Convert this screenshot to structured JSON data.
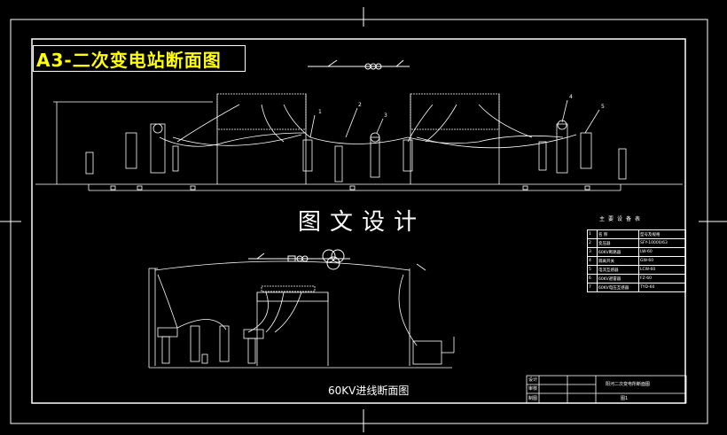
{
  "title": "A3-二次变电站断面图",
  "caption": "图文设计",
  "section_caption": "60KV进线断面图",
  "equipment_table": {
    "title": "主要设备表",
    "rows": [
      [
        "1",
        "名 称",
        "型号及规格"
      ],
      [
        "2",
        "变压器",
        "SFY-10000/63"
      ],
      [
        "3",
        "60KV断路器",
        "LW-60"
      ],
      [
        "4",
        "隔离开关",
        "GW-60"
      ],
      [
        "5",
        "电流互感器",
        "LCW-60"
      ],
      [
        "6",
        "60KV避雷器",
        "FZ-60"
      ],
      [
        "7",
        "60KV电压互感器",
        "TYD-60"
      ]
    ]
  },
  "title_block": {
    "drawing_name": "阳河二次变电所断面图",
    "label_design": "设计",
    "label_check": "审核",
    "label_draw": "制图",
    "sheet_no": "图1"
  },
  "part_numbers": [
    "1",
    "2",
    "3",
    "4",
    "5"
  ],
  "colors": {
    "background": "#000000",
    "line": "#ffffff",
    "title_text": "#ffff00",
    "title_bg": "#ffffff"
  }
}
